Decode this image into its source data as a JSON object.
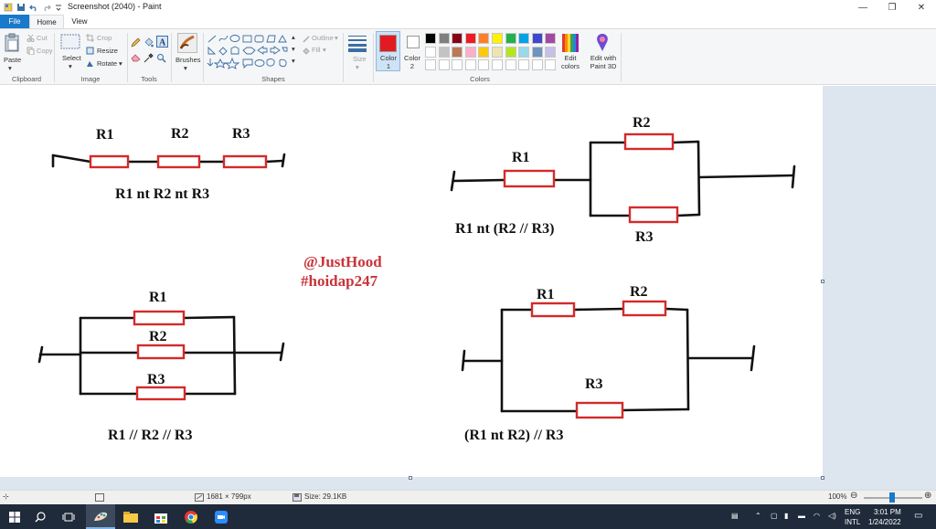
{
  "window": {
    "title": "Screenshot (2040) - Paint",
    "minimize_glyph": "—",
    "maximize_glyph": "❐",
    "close_glyph": "✕"
  },
  "tabs": {
    "file": "File",
    "home": "Home",
    "view": "View"
  },
  "ribbon": {
    "clipboard": {
      "label": "Clipboard",
      "paste": "Paste",
      "cut": "Cut",
      "copy": "Copy"
    },
    "image": {
      "label": "Image",
      "select": "Select",
      "crop": "Crop",
      "resize": "Resize",
      "rotate": "Rotate"
    },
    "tools": {
      "label": "Tools"
    },
    "brushes": {
      "label": "Brushes"
    },
    "shapes": {
      "label": "Shapes",
      "outline": "Outline",
      "fill": "Fill"
    },
    "size": {
      "label": "Size"
    },
    "colors": {
      "label": "Colors",
      "color1": "Color 1",
      "color2": "Color 2",
      "edit_colors": "Edit colors",
      "edit_paint3d": "Edit with Paint 3D",
      "color1_value": "#e21b23",
      "color2_value": "#ffffff",
      "palette_row1": [
        "#000000",
        "#7f7f7f",
        "#880015",
        "#ed1c24",
        "#ff7f27",
        "#fff200",
        "#22b14c",
        "#00a2e8",
        "#3f48cc",
        "#a349a4"
      ],
      "palette_row2": [
        "#ffffff",
        "#c3c3c3",
        "#b97a57",
        "#ffaec9",
        "#ffc90e",
        "#efe4b0",
        "#b5e61d",
        "#99d9ea",
        "#7092be",
        "#c8bfe7"
      ],
      "palette_row3": [
        "#ffffff",
        "#ffffff",
        "#ffffff",
        "#ffffff",
        "#ffffff",
        "#ffffff",
        "#ffffff",
        "#ffffff",
        "#ffffff",
        "#ffffff"
      ]
    }
  },
  "canvas": {
    "circuit1": {
      "r1": "R1",
      "r2": "R2",
      "r3": "R3",
      "caption": "R1 nt R2 nt R3"
    },
    "circuit2": {
      "r1": "R1",
      "r2": "R2",
      "r3": "R3",
      "caption": "R1 nt (R2 // R3)"
    },
    "circuit3": {
      "r1": "R1",
      "r2": "R2",
      "r3": "R3",
      "caption": "R1 // R2 // R3"
    },
    "circuit4": {
      "r1": "R1",
      "r2": "R2",
      "r3": "R3",
      "caption": "(R1 nt R2) // R3"
    },
    "watermark1": "@JustHood",
    "watermark2": "#hoidap247",
    "wire_color": "#111111",
    "resistor_color": "#d42a2a",
    "watermark_color": "#c8343a"
  },
  "status": {
    "dimensions": "1681 × 799px",
    "size": "Size: 29.1KB",
    "zoom": "100%",
    "zoom_out": "⊖",
    "zoom_in": "⊕"
  },
  "taskbar": {
    "lang1": "ENG",
    "lang2": "INTL",
    "time": "3:01 PM",
    "date": "1/24/2022"
  }
}
